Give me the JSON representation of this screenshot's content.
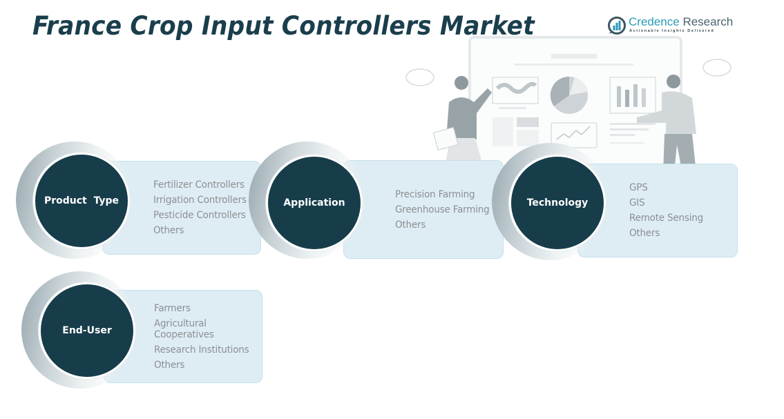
{
  "title": "France Crop Input Controllers Market",
  "brand": {
    "name_part1": "Credence",
    "name_part2": " Research",
    "tagline": "Actionable Insights Delivered",
    "icon": "bar-chart-logo-icon",
    "colors": {
      "primary": "#2a9bb8",
      "secondary": "#4a6470"
    }
  },
  "colors": {
    "circle": "#173d4b",
    "card": "#deedf4",
    "item_text": "#8c8f91",
    "title": "#1a3e4c"
  },
  "segments": [
    {
      "label": "Product  Type",
      "items": [
        "Fertilizer Controllers",
        "Irrigation Controllers",
        "Pesticide Controllers",
        "Others"
      ]
    },
    {
      "label": "Application",
      "items": [
        "Precision Farming",
        "Greenhouse Farming",
        "Others"
      ]
    },
    {
      "label": "Technology",
      "items": [
        "GPS",
        "GIS",
        "Remote Sensing",
        "Others"
      ]
    },
    {
      "label": "End-User",
      "items": [
        "Farmers",
        "Agricultural Cooperatives",
        "Research Institutions",
        "Others"
      ]
    }
  ]
}
